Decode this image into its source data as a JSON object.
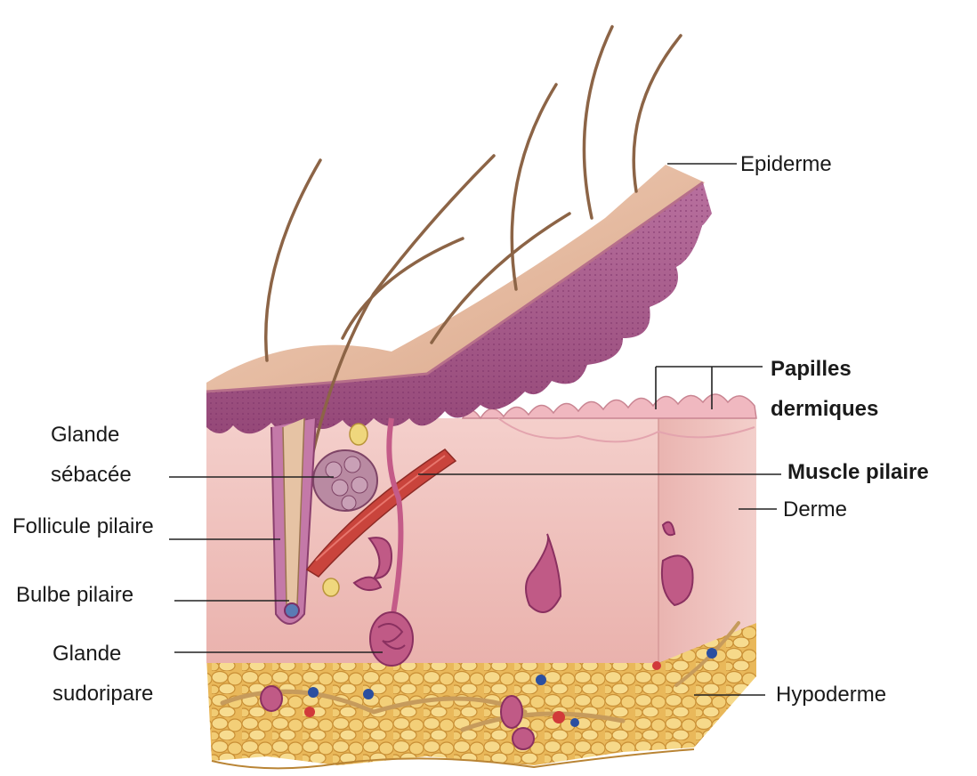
{
  "labels": {
    "epiderme": "Epiderme",
    "papilles_line1": "Papilles",
    "papilles_line2": "dermiques",
    "muscle": "Muscle pilaire",
    "derme": "Derme",
    "hypoderme": "Hypoderme",
    "glande_sebacee_line1": "Glande",
    "glande_sebacee_line2": "sébacée",
    "follicule": "Follicule pilaire",
    "bulbe": "Bulbe pilaire",
    "glande_sudoripare_line1": "Glande",
    "glande_sudoripare_line2": "sudoripare"
  },
  "colors": {
    "epidermis": "#a85c92",
    "dermis": "#f2c3c0",
    "hypodermis_fat": "#f0c766",
    "hair": "#9a7350",
    "muscle": "#c9443c",
    "gland": "#c05a86",
    "leader_line": "#222222"
  }
}
